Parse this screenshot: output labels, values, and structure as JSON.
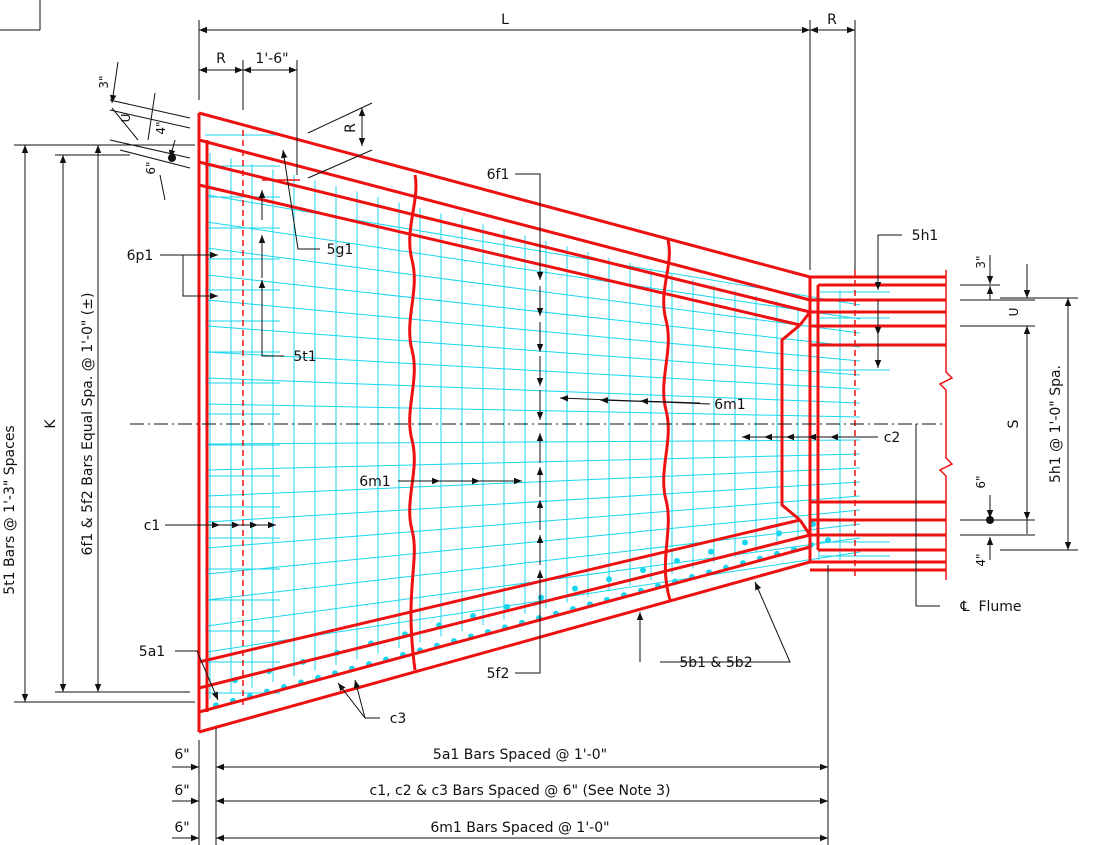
{
  "labels": {
    "L": "L",
    "R": "R",
    "one_six": "1'-6\"",
    "three_in": "3\"",
    "four_in": "4\"",
    "six_in": "6\"",
    "U": "U",
    "K": "K",
    "S": "S",
    "6f1": "6f1",
    "5g1": "5g1",
    "6p1": "6p1",
    "5t1": "5t1",
    "5h1": "5h1",
    "6m1": "6m1",
    "c1": "c1",
    "c2": "c2",
    "c3": "c3",
    "5a1": "5a1",
    "5f2": "5f2",
    "5b1_5b2": "5b1 & 5b2",
    "flume": "Flume",
    "cl_symbol": "℄",
    "5t1_spaces": "5t1 Bars @ 1'-3\" Spaces",
    "6f1_5f2_spacing": "6f1 & 5f2 Bars Equal Spa. @ 1'-0\" (±)",
    "5h1_spacing": "5h1 @ 1'-0\" Spa.",
    "5a1_spacing": "5a1 Bars Spaced @ 1'-0\"",
    "c_spacing": "c1, c2 & c3 Bars Spaced @ 6\" (See Note 3)",
    "6m1_spacing": "6m1 Bars Spaced @ 1'-0\""
  }
}
